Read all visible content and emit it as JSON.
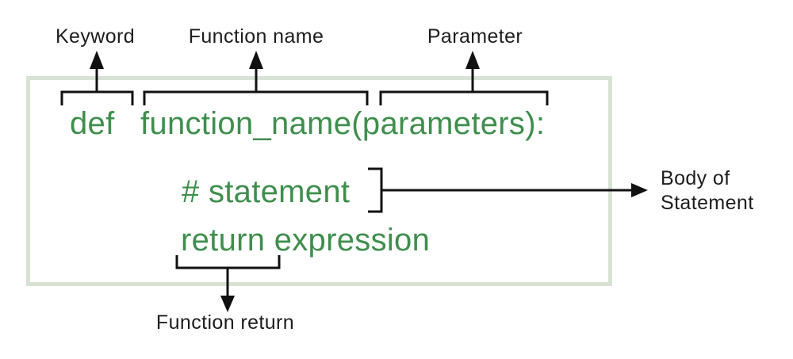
{
  "diagram": {
    "code": {
      "keyword": "def",
      "signature": "function_name(parameters):",
      "statement": "# statement",
      "return_statement": "return expression"
    },
    "labels": {
      "keyword": "Keyword",
      "function_name": "Function name",
      "parameter": "Parameter",
      "body_of_statement_line1": "Body of",
      "body_of_statement_line2": "Statement",
      "function_return": "Function return"
    },
    "colors": {
      "code_text": "#3f8e4d",
      "box_border": "#d7e3d4",
      "annotation": "#111111",
      "label_text": "#1d1d1d",
      "background": "#ffffff"
    }
  }
}
